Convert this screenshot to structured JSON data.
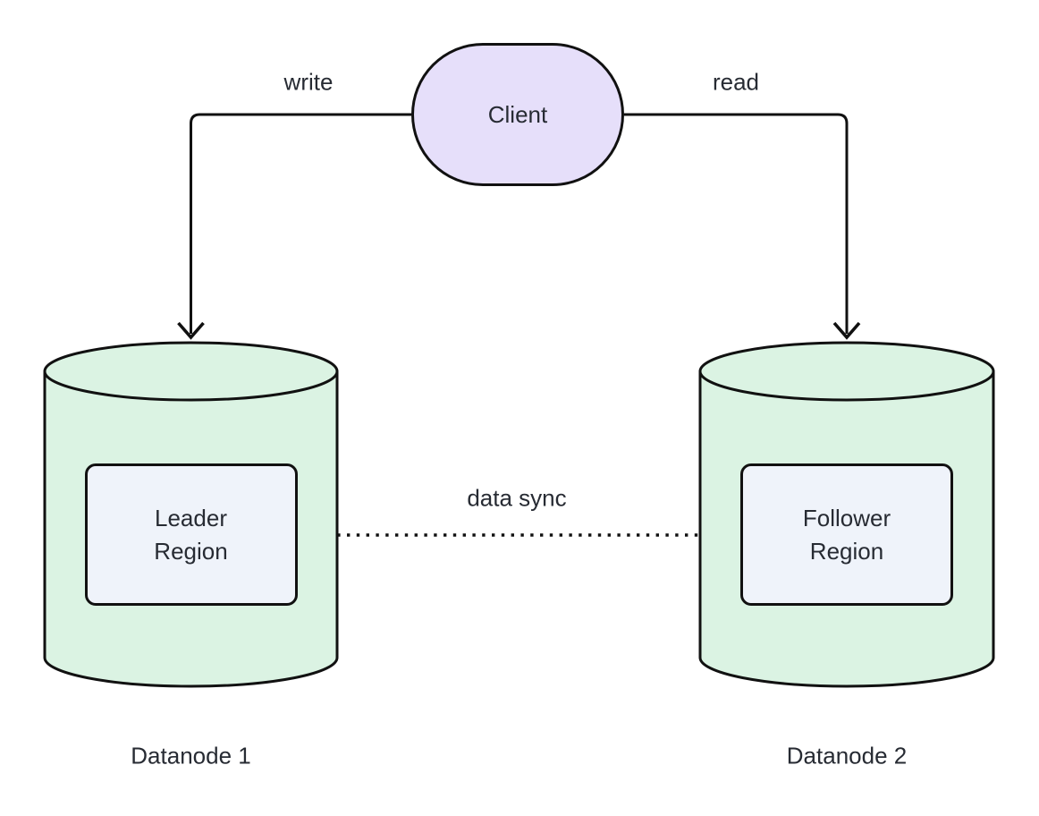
{
  "diagram_type": "flowchart",
  "nodes": {
    "client": {
      "label": "Client",
      "shape": "stadium"
    },
    "datanode1": {
      "title": "Datanode 1",
      "shape": "cylinder",
      "region_label": "Leader\nRegion"
    },
    "datanode2": {
      "title": "Datanode 2",
      "shape": "cylinder",
      "region_label": "Follower\nRegion"
    }
  },
  "edges": [
    {
      "from": "Client",
      "to": "Datanode 1",
      "label": "write",
      "style": "solid-arrow"
    },
    {
      "from": "Client",
      "to": "Datanode 2",
      "label": "read",
      "style": "solid-arrow"
    },
    {
      "from": "Leader Region",
      "to": "Follower Region",
      "label": "data sync",
      "style": "dotted-arrow"
    }
  ],
  "colors": {
    "background": "#ffffff",
    "line": "#111111",
    "text": "#272b33",
    "client-fill": "#e6dffa",
    "cylinder-fill": "#dbf3e3",
    "region-fill": "#eff3fa"
  }
}
